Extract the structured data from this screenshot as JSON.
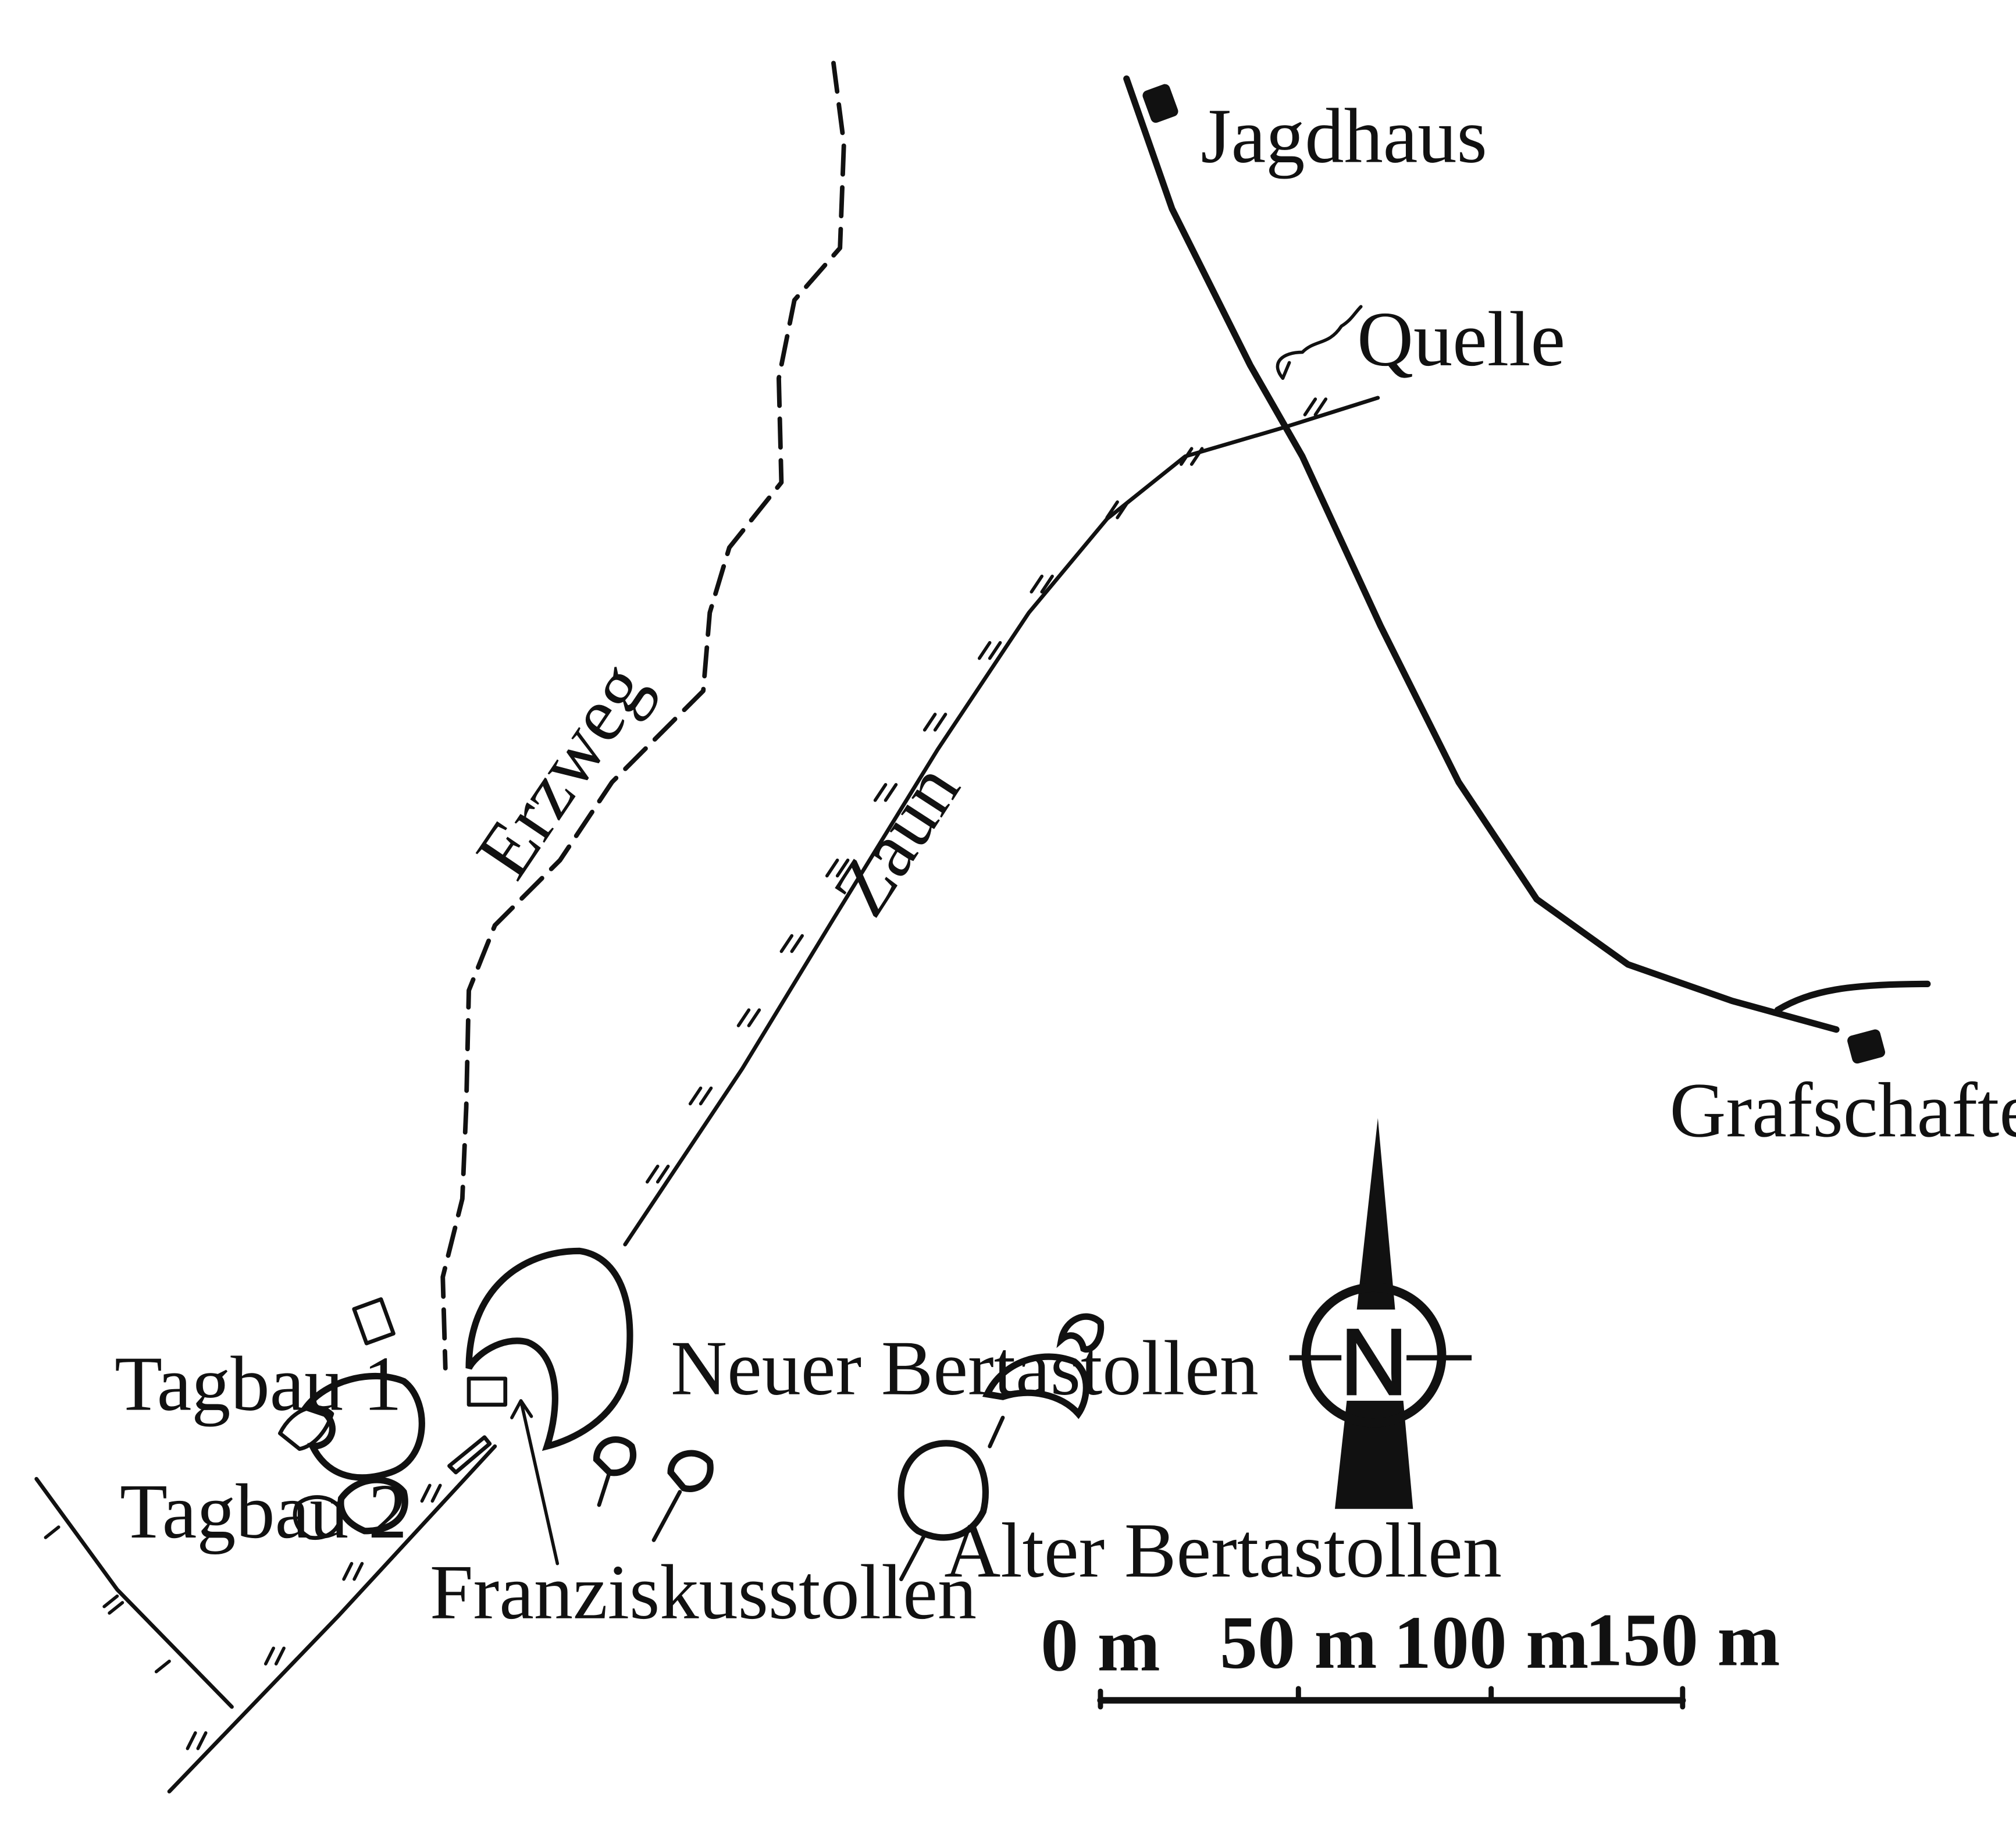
{
  "labels": {
    "jagdhaus": "Jagdhaus",
    "quelle": "Quelle",
    "erzweg": "Erzweg",
    "zaun": "Zaun",
    "grafschafteralm": "Grafschafteralm",
    "tagbau1": "Tagbau 1",
    "tagbau2": "Tagbau 2",
    "franziskusstollen": "Franziskusstollen",
    "neuer_bertastollen": "Neuer Bertastollen",
    "alter_bertastollen": "Alter Bertastollen"
  },
  "compass": {
    "letter": "N"
  },
  "scale_bar": {
    "ticks": [
      "0 m",
      "50 m",
      "100 m",
      "150 m"
    ]
  },
  "colors": {
    "ink": "#111111",
    "paper": "#ffffff"
  }
}
